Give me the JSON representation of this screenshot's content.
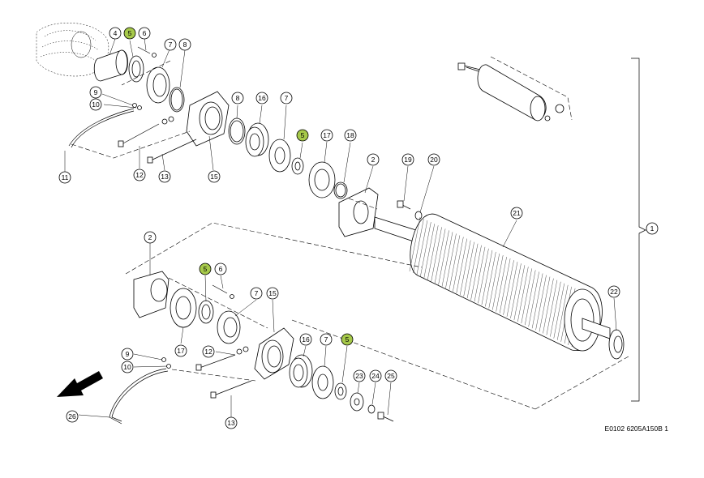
{
  "caption": "E0102 6205A150B 1",
  "highlight_color": "#a6c94a",
  "callouts": [
    {
      "label": "4",
      "highlight": false
    },
    {
      "label": "5",
      "highlight": true
    },
    {
      "label": "6",
      "highlight": false
    },
    {
      "label": "7",
      "highlight": false
    },
    {
      "label": "8",
      "highlight": false
    },
    {
      "label": "9",
      "highlight": false
    },
    {
      "label": "10",
      "highlight": false
    },
    {
      "label": "11",
      "highlight": false
    },
    {
      "label": "12",
      "highlight": false
    },
    {
      "label": "13",
      "highlight": false
    },
    {
      "label": "15",
      "highlight": false
    },
    {
      "label": "8",
      "highlight": false
    },
    {
      "label": "16",
      "highlight": false
    },
    {
      "label": "7",
      "highlight": false
    },
    {
      "label": "5",
      "highlight": true
    },
    {
      "label": "17",
      "highlight": false
    },
    {
      "label": "18",
      "highlight": false
    },
    {
      "label": "2",
      "highlight": false
    },
    {
      "label": "19",
      "highlight": false
    },
    {
      "label": "20",
      "highlight": false
    },
    {
      "label": "21",
      "highlight": false
    },
    {
      "label": "1",
      "highlight": false
    },
    {
      "label": "2",
      "highlight": false
    },
    {
      "label": "5",
      "highlight": true
    },
    {
      "label": "6",
      "highlight": false
    },
    {
      "label": "7",
      "highlight": false
    },
    {
      "label": "15",
      "highlight": false
    },
    {
      "label": "17",
      "highlight": false
    },
    {
      "label": "12",
      "highlight": false
    },
    {
      "label": "9",
      "highlight": false
    },
    {
      "label": "10",
      "highlight": false
    },
    {
      "label": "16",
      "highlight": false
    },
    {
      "label": "7",
      "highlight": false
    },
    {
      "label": "5",
      "highlight": true
    },
    {
      "label": "22",
      "highlight": false
    },
    {
      "label": "23",
      "highlight": false
    },
    {
      "label": "24",
      "highlight": false
    },
    {
      "label": "25",
      "highlight": false
    },
    {
      "label": "26",
      "highlight": false
    },
    {
      "label": "13",
      "highlight": false
    }
  ]
}
